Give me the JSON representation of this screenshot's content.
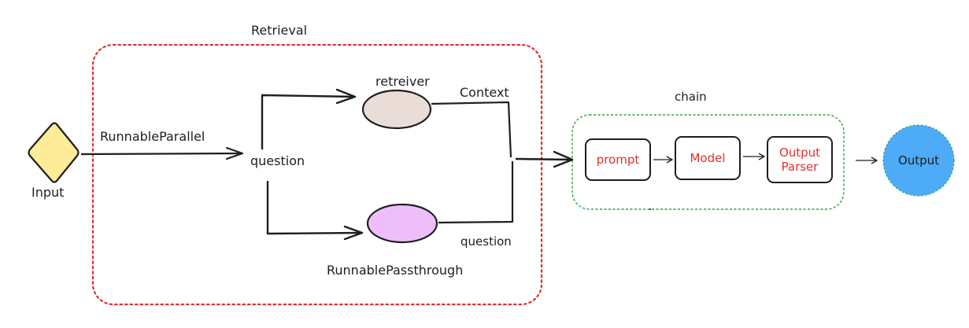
{
  "groups": {
    "retrieval_label": "Retrieval",
    "chain_label": "chain"
  },
  "nodes": {
    "input": "Input",
    "retriever": "retreiver",
    "passthrough": "RunnablePassthrough",
    "prompt": "prompt",
    "model": "Model",
    "output_parser_line1": "Output",
    "output_parser_line2": "Parser",
    "output": "Output"
  },
  "edges": {
    "runnable_parallel": "RunnableParallel",
    "question_split": "question",
    "context": "Context",
    "question_pass": "question"
  },
  "colors": {
    "retrieval_border": "#e03131",
    "chain_border": "#2f9e44",
    "input_fill": "#ffec99",
    "retriever_fill": "#eaddd7",
    "passthrough_fill": "#eebefa",
    "output_fill": "#4dabf7",
    "node_text": "#e03131",
    "stroke": "#1e1e1e"
  }
}
